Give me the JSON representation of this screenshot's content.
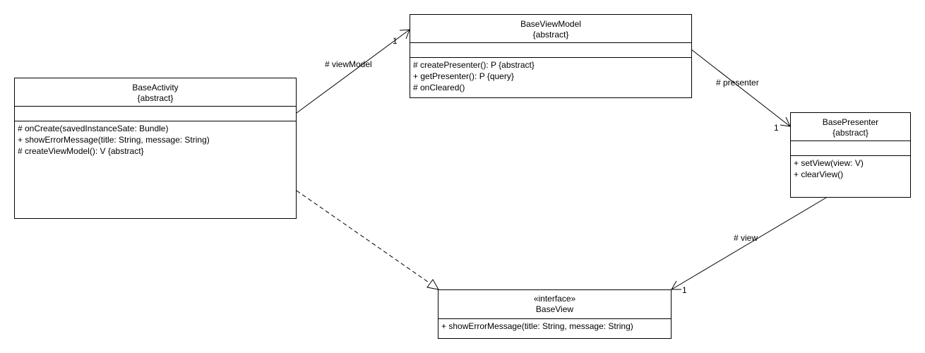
{
  "classes": {
    "base_activity": {
      "name": "BaseActivity",
      "stereotype": "{abstract}",
      "operations": [
        "# onCreate(savedInstanceSate: Bundle)",
        "+ showErrorMessage(title: String, message: String)",
        "# createViewModel(): V {abstract}"
      ]
    },
    "base_view_model": {
      "name": "BaseViewModel",
      "stereotype": "{abstract}",
      "operations": [
        "# createPresenter(): P {abstract}",
        "+ getPresenter(): P {query}",
        "# onCleared()"
      ]
    },
    "base_presenter": {
      "name": "BasePresenter",
      "stereotype": "{abstract}",
      "operations": [
        "+ setView(view: V)",
        "+ clearView()"
      ]
    },
    "base_view": {
      "name": "BaseView",
      "stereotype": "«interface»",
      "operations": [
        "+ showErrorMessage(title: String, message: String)"
      ]
    }
  },
  "associations": {
    "view_model": {
      "role": "# viewModel",
      "multiplicity": "1"
    },
    "presenter": {
      "role": "# presenter",
      "multiplicity": "1"
    },
    "view": {
      "role": "# view",
      "multiplicity": "1"
    }
  }
}
